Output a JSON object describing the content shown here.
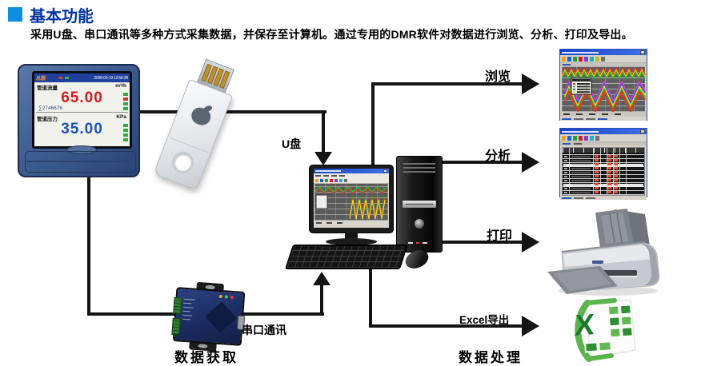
{
  "header": {
    "title": "基本功能",
    "subtitle": "采用U盘、串口通讯等多种方式采集数据，并保存至计算机。通过专用的DMR软件对数据进行浏览、分析、打印及导出。"
  },
  "recorder": {
    "tab_label": "总貌",
    "datetime": "2008-03-19 12:58:28",
    "channels": [
      {
        "name": "管道流量",
        "unit": "m³/h",
        "value": "65.00",
        "cumulative": "∑2746676"
      },
      {
        "name": "管道压力",
        "unit": "KPa",
        "value": "35.00"
      }
    ]
  },
  "flow": {
    "usb_label": "U盘",
    "serial_label": "串口通讯",
    "group_labels": {
      "acquisition": "数据获取",
      "processing": "数据处理"
    },
    "outputs": [
      {
        "label": "浏览"
      },
      {
        "label": "分析"
      },
      {
        "label": "打印"
      },
      {
        "label": "Excel导出"
      }
    ]
  },
  "excel_icon": {
    "letter": "X"
  },
  "colors": {
    "section_marker": "#0d8ee0",
    "title_text": "#0033a0",
    "arrow_line": "#141414",
    "recorder_value_red": "#cf1d1d",
    "recorder_value_blue": "#1d4fc0",
    "excel_green": "#5cb54c"
  }
}
